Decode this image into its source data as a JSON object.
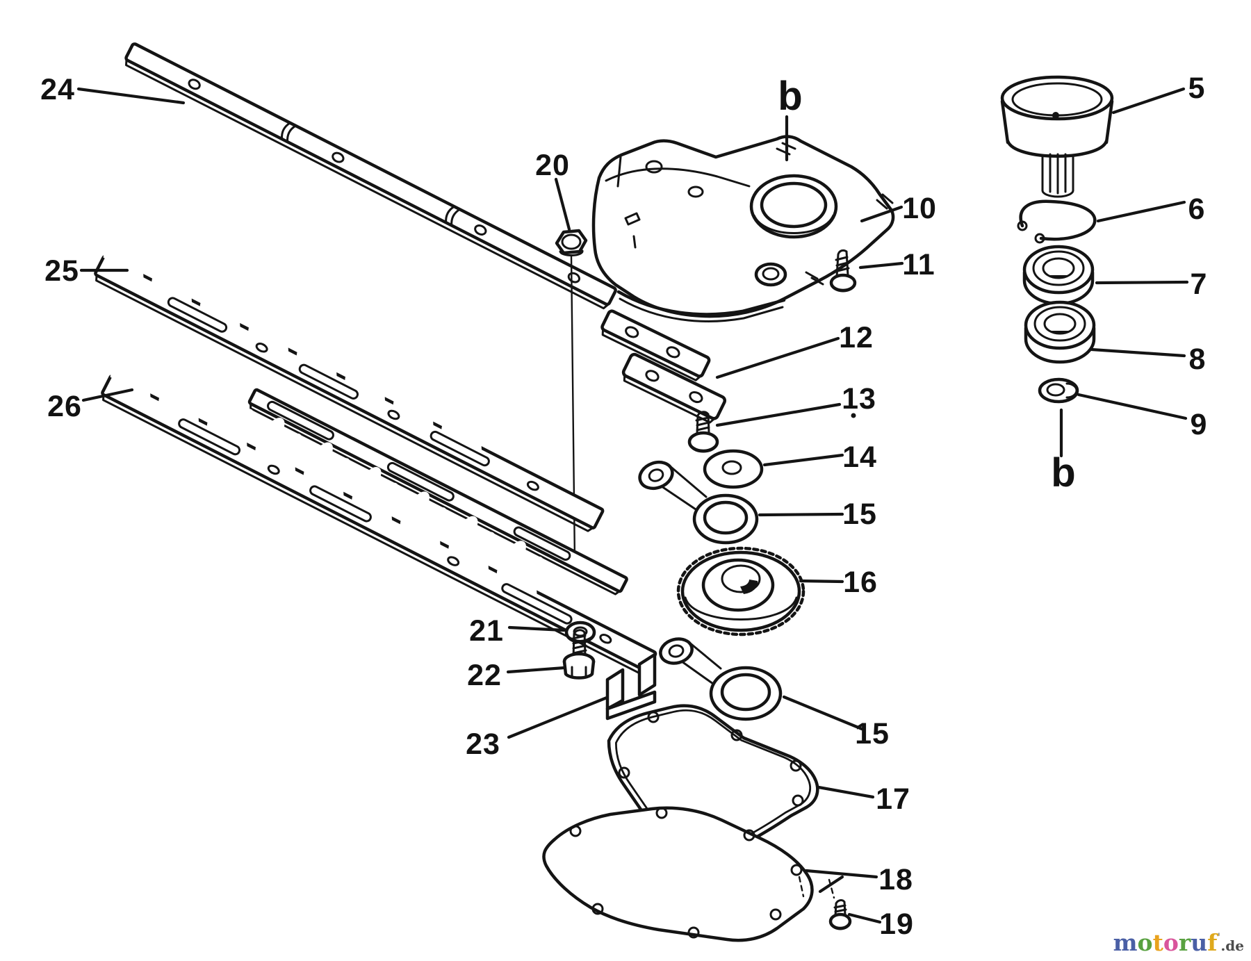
{
  "canvas": {
    "background": "#ffffff",
    "ink": "#141414"
  },
  "diagram": {
    "callouts": {
      "c5": "5",
      "c6": "6",
      "c7": "7",
      "c8": "8",
      "c9": "9",
      "c10": "10",
      "c11": "11",
      "c12": "12",
      "c13": "13",
      "c14": "14",
      "c15": "15",
      "c15b": "15",
      "c16": "16",
      "c17": "17",
      "c18": "18",
      "c19": "19",
      "c20": "20",
      "c21": "21",
      "c22": "22",
      "c23": "23",
      "c24": "24",
      "c25": "25",
      "c26": "26"
    },
    "section_letters": {
      "b_top": "b",
      "b_bottom": "b"
    }
  },
  "watermark": {
    "letters": [
      {
        "ch": "m",
        "color": "#4a5fa5"
      },
      {
        "ch": "o",
        "color": "#58a13f"
      },
      {
        "ch": "t",
        "color": "#e8a21e"
      },
      {
        "ch": "o",
        "color": "#d9559c"
      },
      {
        "ch": "r",
        "color": "#58a13f"
      },
      {
        "ch": "u",
        "color": "#4a5fa5"
      },
      {
        "ch": "f",
        "color": "#dfa91c"
      }
    ],
    "tick": "'",
    "tick_color": "#9a9a9a",
    "suffix": ".de",
    "suffix_color": "#4d4d4d"
  }
}
